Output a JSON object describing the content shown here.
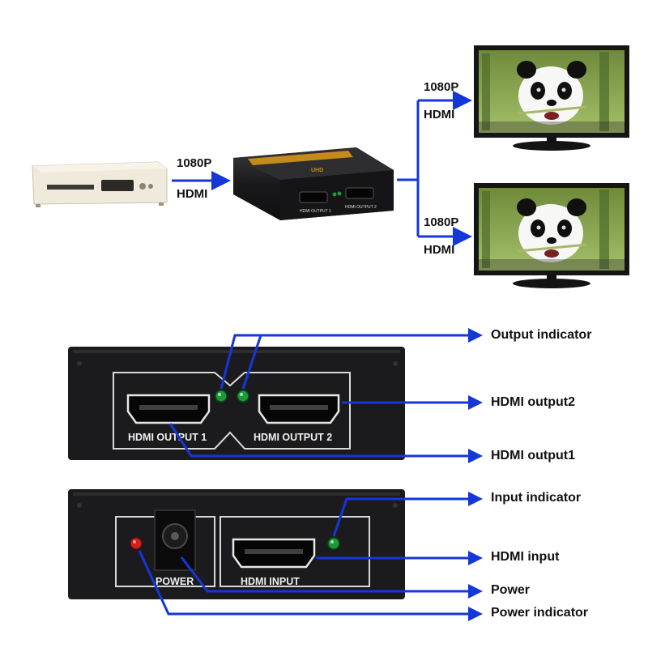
{
  "top_diagram": {
    "input_signal": {
      "resolution": "1080P",
      "interface": "HDMI"
    },
    "output_signal_1": {
      "resolution": "1080P",
      "interface": "HDMI"
    },
    "output_signal_2": {
      "resolution": "1080P",
      "interface": "HDMI"
    },
    "splitter_port_1": "HDMI OUTPUT 1",
    "splitter_port_2": "HDMI OUTPUT 2",
    "splitter_badge": "UHD"
  },
  "front_panel": {
    "port_1_label": "HDMI OUTPUT 1",
    "port_2_label": "HDMI OUTPUT 2",
    "callouts": {
      "output_indicator": "Output indicator",
      "hdmi_output2": "HDMI output2",
      "hdmi_output1": "HDMI output1"
    }
  },
  "back_panel": {
    "power_label": "POWER",
    "input_label": "HDMI INPUT",
    "callouts": {
      "input_indicator": "Input indicator",
      "hdmi_input": "HDMI input",
      "power": "Power",
      "power_indicator": "Power indicator"
    }
  },
  "colors": {
    "arrow_blue": "#1537d8",
    "device_black": "#1c1c1e",
    "led_green": "#1f9a3a",
    "led_red": "#d42020",
    "text": "#111111"
  }
}
